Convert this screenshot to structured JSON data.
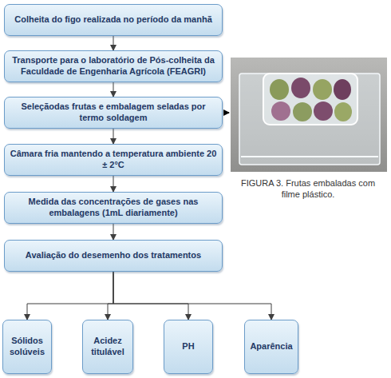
{
  "diagram": {
    "nodes": [
      {
        "text": [
          "Colheita do figo realizada no período da manhã"
        ]
      },
      {
        "text": [
          "Transporte para o laboratório de Pós-colheita da Faculdade de Engenharia Agrícola (FEAGRI)"
        ]
      },
      {
        "text": [
          "Seleçãodas frutas e embalagem seladas por termo soldagem"
        ]
      },
      {
        "text": [
          "Câmara fria mantendo a temperatura ambiente 20 ± 2°C"
        ]
      },
      {
        "text": [
          "Medida das concentrações de gases nas embalagens (1mL diariamente)"
        ]
      },
      {
        "text": [
          "Avaliação do desemenho dos tratamentos"
        ]
      },
      {
        "text": [
          "Sólidos solúveis"
        ]
      },
      {
        "text": [
          "Acidez titulável"
        ]
      },
      {
        "text": [
          "PH"
        ]
      },
      {
        "text": [
          "Aparência"
        ]
      }
    ],
    "edges": [
      {
        "from": 0,
        "to": 1,
        "arrow": "to"
      },
      {
        "from": 1,
        "to": 2,
        "arrow": "to"
      },
      {
        "from": 2,
        "to": 3,
        "arrow": "to"
      },
      {
        "from": 3,
        "to": 4,
        "arrow": "to"
      },
      {
        "from": 4,
        "to": 5,
        "arrow": "to"
      },
      {
        "from": 5,
        "to": 6,
        "arrow": "to"
      },
      {
        "from": 5,
        "to": 7,
        "arrow": "to"
      },
      {
        "from": 5,
        "to": 8,
        "arrow": "to"
      },
      {
        "from": 5,
        "to": 9,
        "arrow": "to"
      }
    ],
    "labels": [
      "FIGURA 3. Frutas embaladas com filme plástico."
    ]
  }
}
